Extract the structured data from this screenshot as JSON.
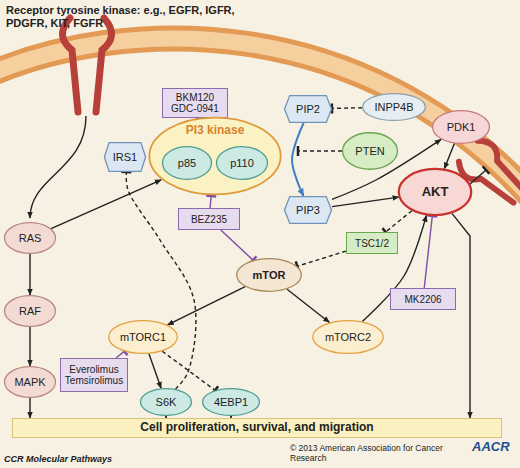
{
  "diagram": {
    "nodes": [
      {
        "text": [
          "BKM120 GDC-0941"
        ]
      },
      {
        "text": [
          "IRS1"
        ]
      },
      {
        "text": [
          "PI3 kinase"
        ]
      },
      {
        "text": [
          "p85"
        ],
        "in": 2
      },
      {
        "text": [
          "p110"
        ],
        "in": 2
      },
      {
        "text": [
          "PIP2"
        ]
      },
      {
        "text": [
          "INPP4B"
        ]
      },
      {
        "text": [
          "PTEN"
        ]
      },
      {
        "text": [
          "PDK1"
        ]
      },
      {
        "text": [
          "RAS"
        ]
      },
      {
        "text": [
          "PIP3"
        ]
      },
      {
        "text": [
          "AKT"
        ]
      },
      {
        "text": [
          "BEZ235"
        ]
      },
      {
        "text": [
          "TSC1/2"
        ]
      },
      {
        "text": [
          "mTOR"
        ]
      },
      {
        "text": [
          "RAF"
        ]
      },
      {
        "text": [
          "MK2206"
        ]
      },
      {
        "text": [
          "mTORC1"
        ]
      },
      {
        "text": [
          "mTORC2"
        ]
      },
      {
        "text": [
          "MAPK"
        ]
      },
      {
        "text": [
          "Everolimus Temsirolimus"
        ]
      },
      {
        "text": [
          "S6K"
        ]
      },
      {
        "text": [
          "4EBP1"
        ]
      },
      {
        "text": [
          "Cell proliferation, survival, and migration"
        ]
      }
    ],
    "edges": [
      {
        "from": 9,
        "to": 15,
        "arrow": "to"
      },
      {
        "from": 15,
        "to": 19,
        "arrow": "to"
      },
      {
        "from": 19,
        "to": 23,
        "arrow": "to"
      },
      {
        "from": 9,
        "to": 2,
        "arrow": "to"
      },
      {
        "from": 0,
        "to": 2,
        "arrow": "to"
      },
      {
        "from": 5,
        "to": 10,
        "arrow": "to"
      },
      {
        "from": 6,
        "to": 5,
        "arrow": "to"
      },
      {
        "from": 10,
        "to": 8,
        "arrow": "to"
      },
      {
        "from": 10,
        "to": 11,
        "arrow": "to"
      },
      {
        "from": 8,
        "to": 11,
        "arrow": "to"
      },
      {
        "from": 12,
        "to": 2,
        "arrow": "to"
      },
      {
        "from": 12,
        "to": 14,
        "arrow": "to"
      },
      {
        "from": 11,
        "to": 13,
        "arrow": "to"
      },
      {
        "from": 13,
        "to": 14,
        "arrow": "to"
      },
      {
        "from": 14,
        "to": 17,
        "arrow": "to"
      },
      {
        "from": 14,
        "to": 18,
        "arrow": "to"
      },
      {
        "from": 18,
        "to": 11,
        "arrow": "to"
      },
      {
        "from": 16,
        "to": 11,
        "arrow": "to"
      },
      {
        "from": 20,
        "to": 17,
        "arrow": "to"
      },
      {
        "from": 17,
        "to": 21,
        "arrow": "to"
      },
      {
        "from": 17,
        "to": 22,
        "arrow": "to"
      },
      {
        "from": 21,
        "to": 23,
        "arrow": "to"
      },
      {
        "from": 22,
        "to": 23,
        "arrow": "to"
      },
      {
        "from": 21,
        "to": 1,
        "arrow": "to"
      },
      {
        "from": 11,
        "to": 23,
        "arrow": "to"
      }
    ],
    "labels": [
      "Receptor tyrosine kinase: e.g., EGFR, IGFR, PDGFR, KIT, FGFR",
      "© 2013 American Association for Cancer Research",
      "CCR Molecular Pathways",
      "AACR"
    ]
  }
}
